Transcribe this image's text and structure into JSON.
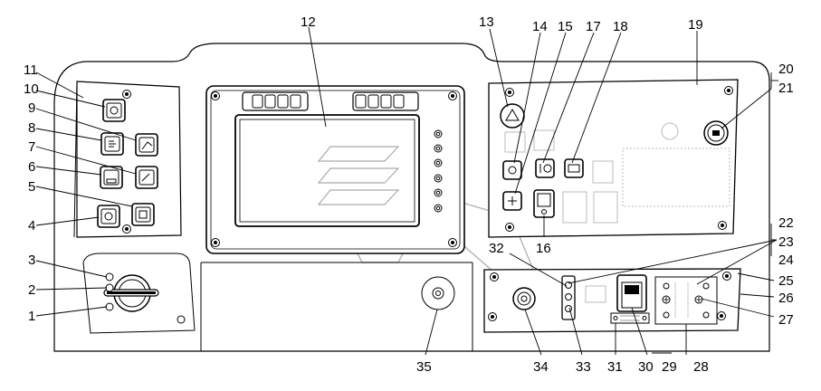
{
  "callouts": [
    {
      "id": "1",
      "text": "1"
    },
    {
      "id": "2",
      "text": "2"
    },
    {
      "id": "3",
      "text": "3"
    },
    {
      "id": "4",
      "text": "4"
    },
    {
      "id": "5",
      "text": "5"
    },
    {
      "id": "6",
      "text": "6"
    },
    {
      "id": "7",
      "text": "7"
    },
    {
      "id": "8",
      "text": "8"
    },
    {
      "id": "9",
      "text": "9"
    },
    {
      "id": "10",
      "text": "10"
    },
    {
      "id": "11",
      "text": "11"
    },
    {
      "id": "12",
      "text": "12"
    },
    {
      "id": "13",
      "text": "13"
    },
    {
      "id": "14",
      "text": "14"
    },
    {
      "id": "15",
      "text": "15"
    },
    {
      "id": "16",
      "text": "16"
    },
    {
      "id": "17",
      "text": "17"
    },
    {
      "id": "18",
      "text": "18"
    },
    {
      "id": "19",
      "text": "19"
    },
    {
      "id": "20",
      "text": "20"
    },
    {
      "id": "21",
      "text": "21"
    },
    {
      "id": "22",
      "text": "22"
    },
    {
      "id": "23",
      "text": "23"
    },
    {
      "id": "24",
      "text": "24"
    },
    {
      "id": "25",
      "text": "25"
    },
    {
      "id": "26",
      "text": "26"
    },
    {
      "id": "27",
      "text": "27"
    },
    {
      "id": "28",
      "text": "28"
    },
    {
      "id": "29",
      "text": "29"
    },
    {
      "id": "30",
      "text": "30"
    },
    {
      "id": "31",
      "text": "31"
    },
    {
      "id": "32",
      "text": "32"
    },
    {
      "id": "33",
      "text": "33"
    },
    {
      "id": "34",
      "text": "34"
    },
    {
      "id": "35",
      "text": "35"
    }
  ],
  "colors": {
    "line": "#000000",
    "faint": "#b0b0b0",
    "fill": "#ffffff"
  }
}
